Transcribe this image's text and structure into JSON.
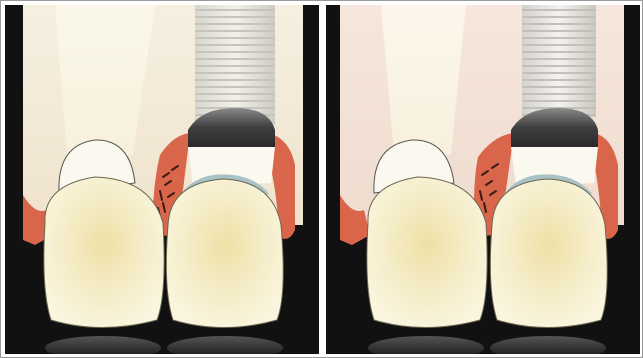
{
  "figure": {
    "panels": [
      {
        "id": "left",
        "variant": "tooth-to-implant",
        "colors": {
          "bone": "#f3ead8",
          "soft_tissue": "#f6e4d3",
          "gingiva": "#d9664a",
          "enamel": "#f4ecc4",
          "implant_collar": "#4c4c4c",
          "background": "#111111"
        }
      },
      {
        "id": "right",
        "variant": "tooth-to-implant",
        "colors": {
          "bone": "#f6ebe2",
          "soft_tissue": "#f1d9cd",
          "gingiva": "#d9664a",
          "enamel": "#f4ecc4",
          "implant_collar": "#4c4c4c",
          "background": "#111111"
        }
      }
    ]
  }
}
